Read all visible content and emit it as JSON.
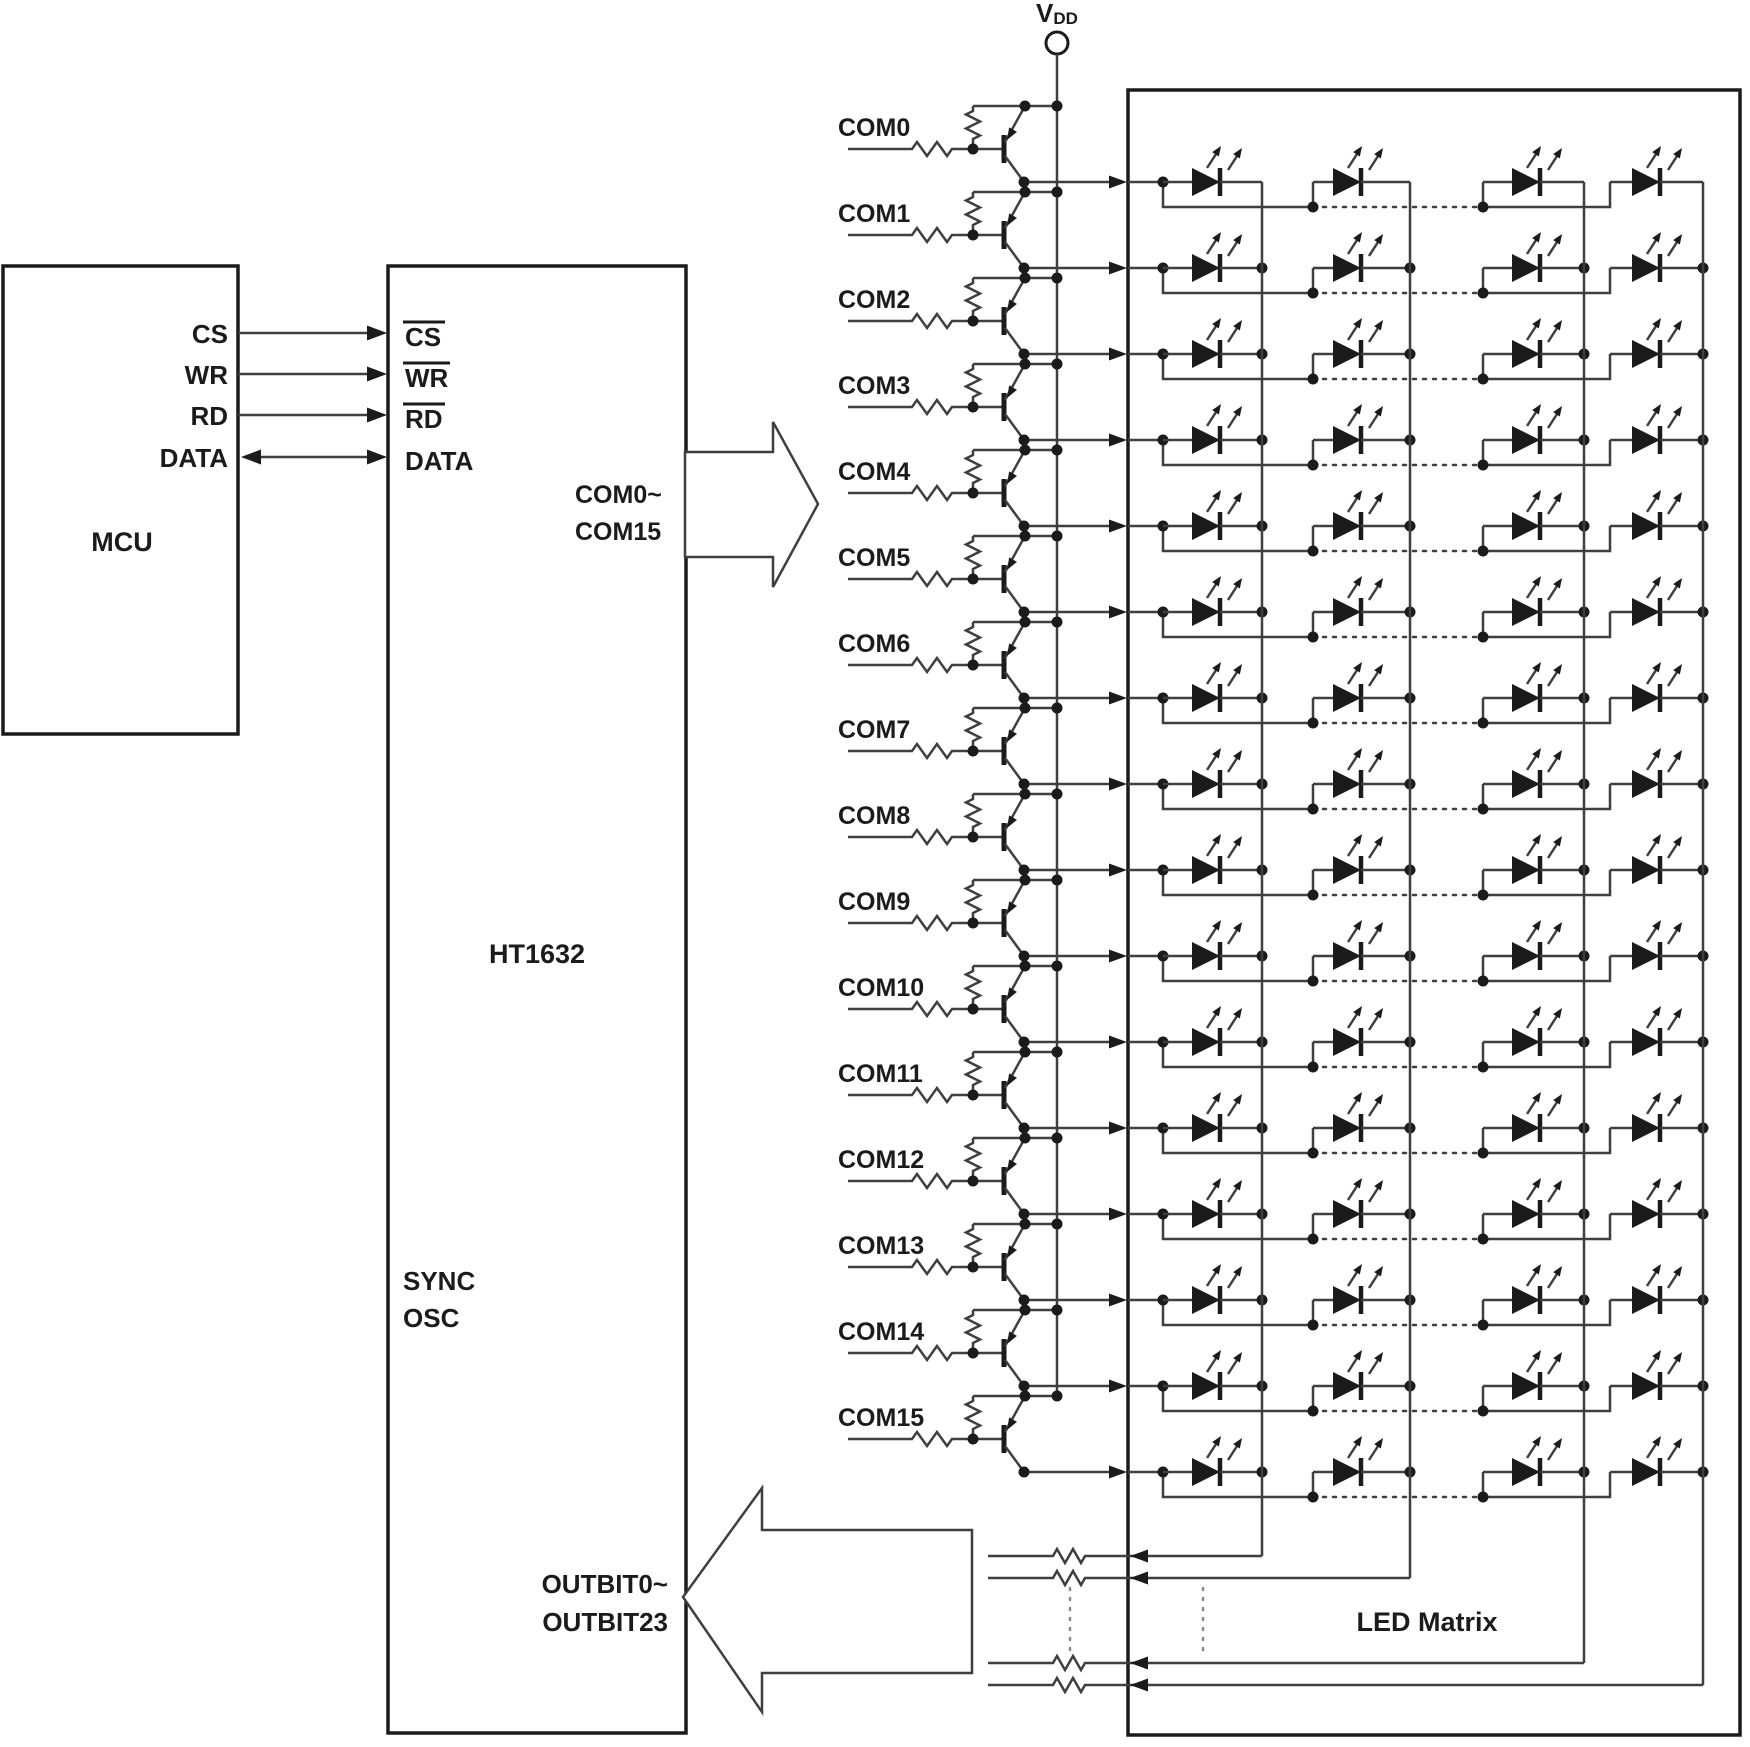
{
  "diagram": {
    "vdd": {
      "main": "V",
      "sub": "DD"
    },
    "mcu": {
      "title": "MCU",
      "pins": [
        "CS",
        "WR",
        "RD",
        "DATA"
      ]
    },
    "ht1632": {
      "title": "HT1632",
      "pins_left": [
        {
          "label": "CS",
          "overline": true
        },
        {
          "label": "WR",
          "overline": true
        },
        {
          "label": "RD",
          "overline": true
        },
        {
          "label": "DATA",
          "overline": false
        }
      ],
      "com_bus_label_line1": "COM0~",
      "com_bus_label_line2": "COM15",
      "sync_label": "SYNC",
      "osc_label": "OSC",
      "outbit_label_line1": "OUTBIT0~",
      "outbit_label_line2": "OUTBIT23"
    },
    "com_lines": [
      "COM0",
      "COM1",
      "COM2",
      "COM3",
      "COM4",
      "COM5",
      "COM6",
      "COM7",
      "COM8",
      "COM9",
      "COM10",
      "COM11",
      "COM12",
      "COM13",
      "COM14",
      "COM15"
    ],
    "led_matrix": {
      "title": "LED Matrix",
      "rows": 16,
      "columns_drawn": 4
    },
    "colors": {
      "wire": "#3f3f3f",
      "ink": "#1b1b1b",
      "background": "#ffffff"
    }
  }
}
